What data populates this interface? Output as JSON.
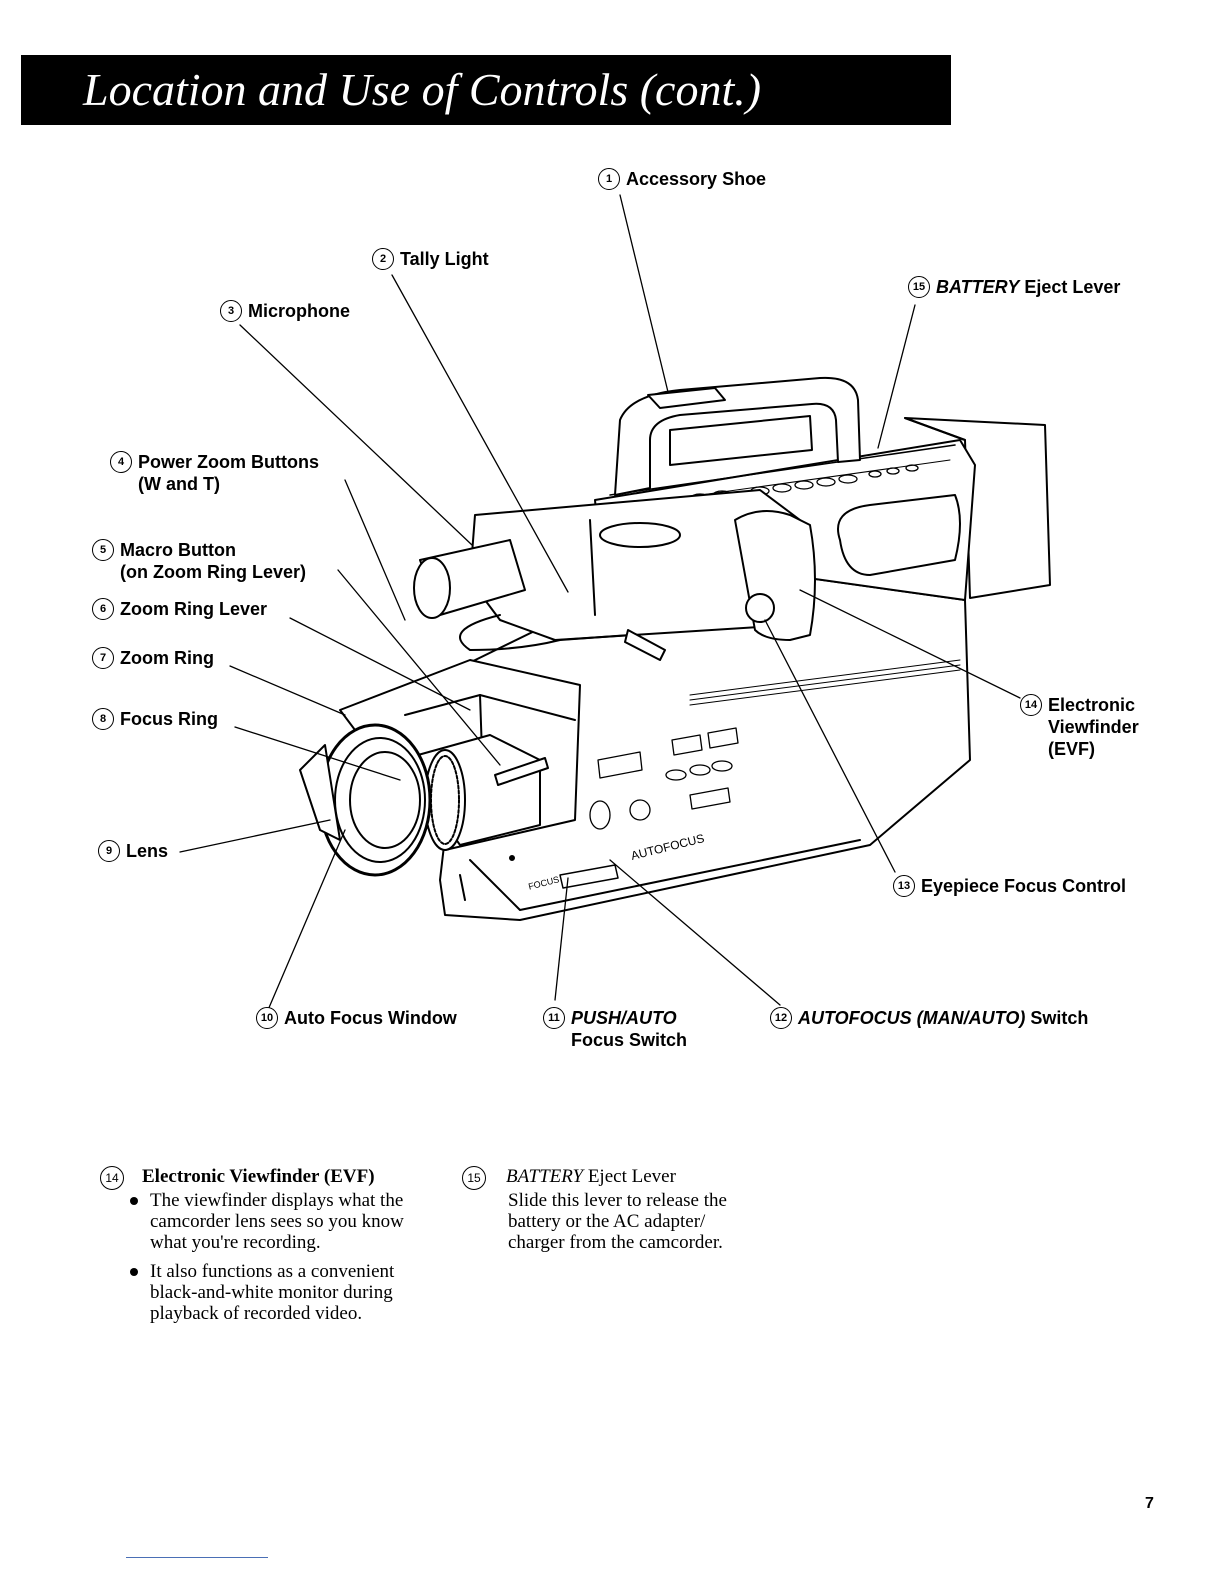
{
  "header": {
    "title": "Location and Use of Controls (cont.)"
  },
  "callouts": [
    {
      "num": "1",
      "label": "Accessory Shoe"
    },
    {
      "num": "2",
      "label": "Tally Light"
    },
    {
      "num": "3",
      "label": "Microphone"
    },
    {
      "num": "4",
      "label": "Power Zoom Buttons",
      "label2": "(W and T)"
    },
    {
      "num": "5",
      "label": "Macro Button",
      "label2": "(on Zoom Ring Lever)"
    },
    {
      "num": "6",
      "label": "Zoom Ring Lever"
    },
    {
      "num": "7",
      "label": "Zoom Ring"
    },
    {
      "num": "8",
      "label": "Focus Ring"
    },
    {
      "num": "9",
      "label": "Lens"
    },
    {
      "num": "10",
      "label": "Auto Focus Window"
    },
    {
      "num": "11",
      "label_italic": "PUSH/AUTO",
      "label2": "Focus Switch"
    },
    {
      "num": "12",
      "label_italic": "AUTOFOCUS (MAN/AUTO)",
      "label": "Switch"
    },
    {
      "num": "13",
      "label": "Eyepiece Focus Control"
    },
    {
      "num": "14",
      "label": "Electronic",
      "label2": "Viewfinder",
      "label3": "(EVF)"
    },
    {
      "num": "15",
      "label_italic": "BATTERY",
      "label": "Eject Lever"
    }
  ],
  "camera_labels": {
    "autofocus": "AUTOFOCUS",
    "focus": "FOCUS"
  },
  "descriptions": {
    "evf": {
      "num": "14",
      "title": "Electronic Viewfinder (EVF)",
      "bullets": [
        "The viewfinder displays what the camcorder lens sees so you know what you're recording.",
        "It also functions as a convenient black-and-white monitor during playback of recorded video."
      ]
    },
    "battery": {
      "num": "15",
      "title_italic": "BATTERY",
      "title": "Eject Lever",
      "text": "Slide this lever to release the battery or the AC adapter/ charger from the camcorder."
    }
  },
  "page_number": "7"
}
